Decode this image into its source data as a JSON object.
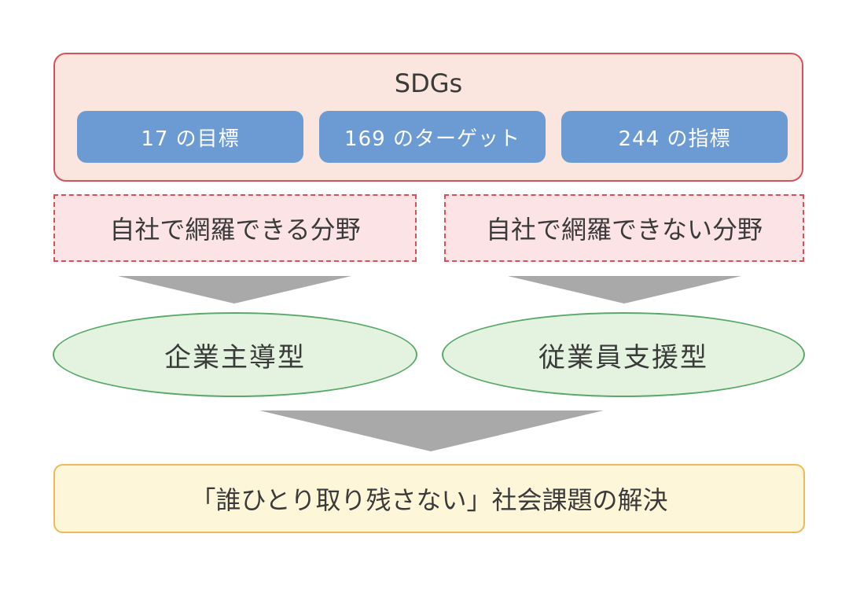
{
  "sdgs": {
    "title": "SDGs",
    "items": [
      {
        "label": "17 の目標"
      },
      {
        "label": "169 のターゲット"
      },
      {
        "label": "244 の指標"
      }
    ]
  },
  "areas": {
    "left": "自社で網羅できる分野",
    "right": "自社で網羅できない分野"
  },
  "types": {
    "left": "企業主導型",
    "right": "従業員支援型"
  },
  "result": "「誰ひとり取り残さない」社会課題の解決",
  "colors": {
    "sdgs_fill": "#fbe6df",
    "sdgs_border": "#d9505a",
    "pill_fill": "#6c9bd4",
    "area_fill": "#fbe3e6",
    "ellipse_fill": "#e3f3df",
    "ellipse_border": "#5aa86a",
    "result_fill": "#fdf6d8",
    "result_border": "#efb95a",
    "arrow_fill": "#a9a9a9"
  }
}
